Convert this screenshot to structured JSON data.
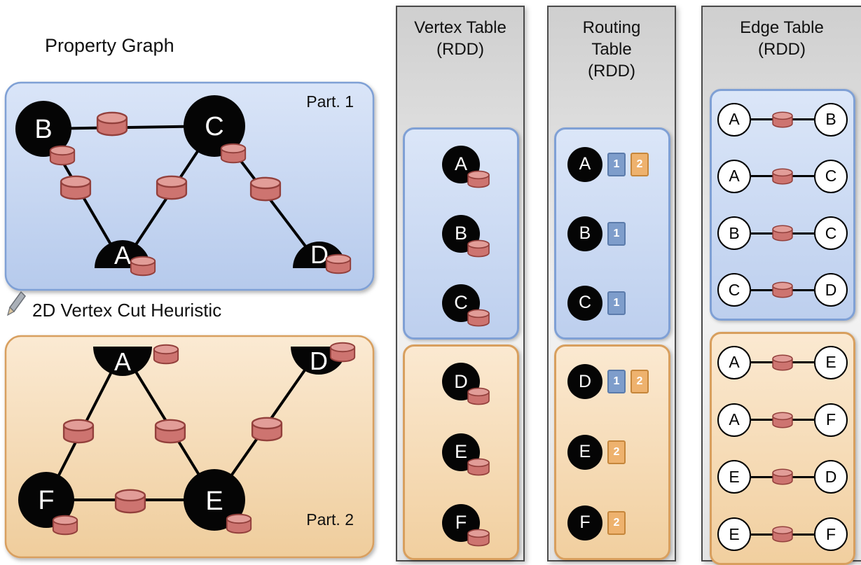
{
  "property_graph": {
    "title": "Property Graph",
    "heuristic_label": "2D Vertex Cut Heuristic",
    "partition1": {
      "label": "Part. 1",
      "vertices": [
        "B",
        "C",
        "A",
        "D"
      ],
      "edges": [
        [
          "B",
          "C"
        ],
        [
          "B",
          "A"
        ],
        [
          "C",
          "A"
        ],
        [
          "C",
          "D"
        ]
      ]
    },
    "partition2": {
      "label": "Part. 2",
      "vertices": [
        "A",
        "D",
        "F",
        "E"
      ],
      "edges": [
        [
          "A",
          "F"
        ],
        [
          "A",
          "E"
        ],
        [
          "E",
          "D"
        ],
        [
          "F",
          "E"
        ]
      ]
    }
  },
  "vertex_table": {
    "title": "Vertex Table\n(RDD)",
    "partition1": [
      "A",
      "B",
      "C"
    ],
    "partition2": [
      "D",
      "E",
      "F"
    ]
  },
  "routing_table": {
    "title": "Routing\nTable\n(RDD)",
    "partition1": [
      {
        "vertex": "A",
        "parts": [
          "1",
          "2"
        ]
      },
      {
        "vertex": "B",
        "parts": [
          "1"
        ]
      },
      {
        "vertex": "C",
        "parts": [
          "1"
        ]
      }
    ],
    "partition2": [
      {
        "vertex": "D",
        "parts": [
          "1",
          "2"
        ]
      },
      {
        "vertex": "E",
        "parts": [
          "2"
        ]
      },
      {
        "vertex": "F",
        "parts": [
          "2"
        ]
      }
    ]
  },
  "edge_table": {
    "title": "Edge Table\n(RDD)",
    "partition1": [
      {
        "src": "A",
        "dst": "B"
      },
      {
        "src": "A",
        "dst": "C"
      },
      {
        "src": "B",
        "dst": "C"
      },
      {
        "src": "C",
        "dst": "D"
      }
    ],
    "partition2": [
      {
        "src": "A",
        "dst": "E"
      },
      {
        "src": "A",
        "dst": "F"
      },
      {
        "src": "E",
        "dst": "D"
      },
      {
        "src": "E",
        "dst": "F"
      }
    ]
  },
  "colors": {
    "partition1_border": "#7fa0d5",
    "partition2_border": "#d89f5e",
    "panel_border": "#4b4b4b",
    "cylinder_body": "#cd7470",
    "cylinder_top": "#e29d98",
    "cylinder_border": "#93403c",
    "badge_part1": "#7e9dcb",
    "badge_part2": "#eeb26e",
    "vertex_fill": "#050505"
  }
}
